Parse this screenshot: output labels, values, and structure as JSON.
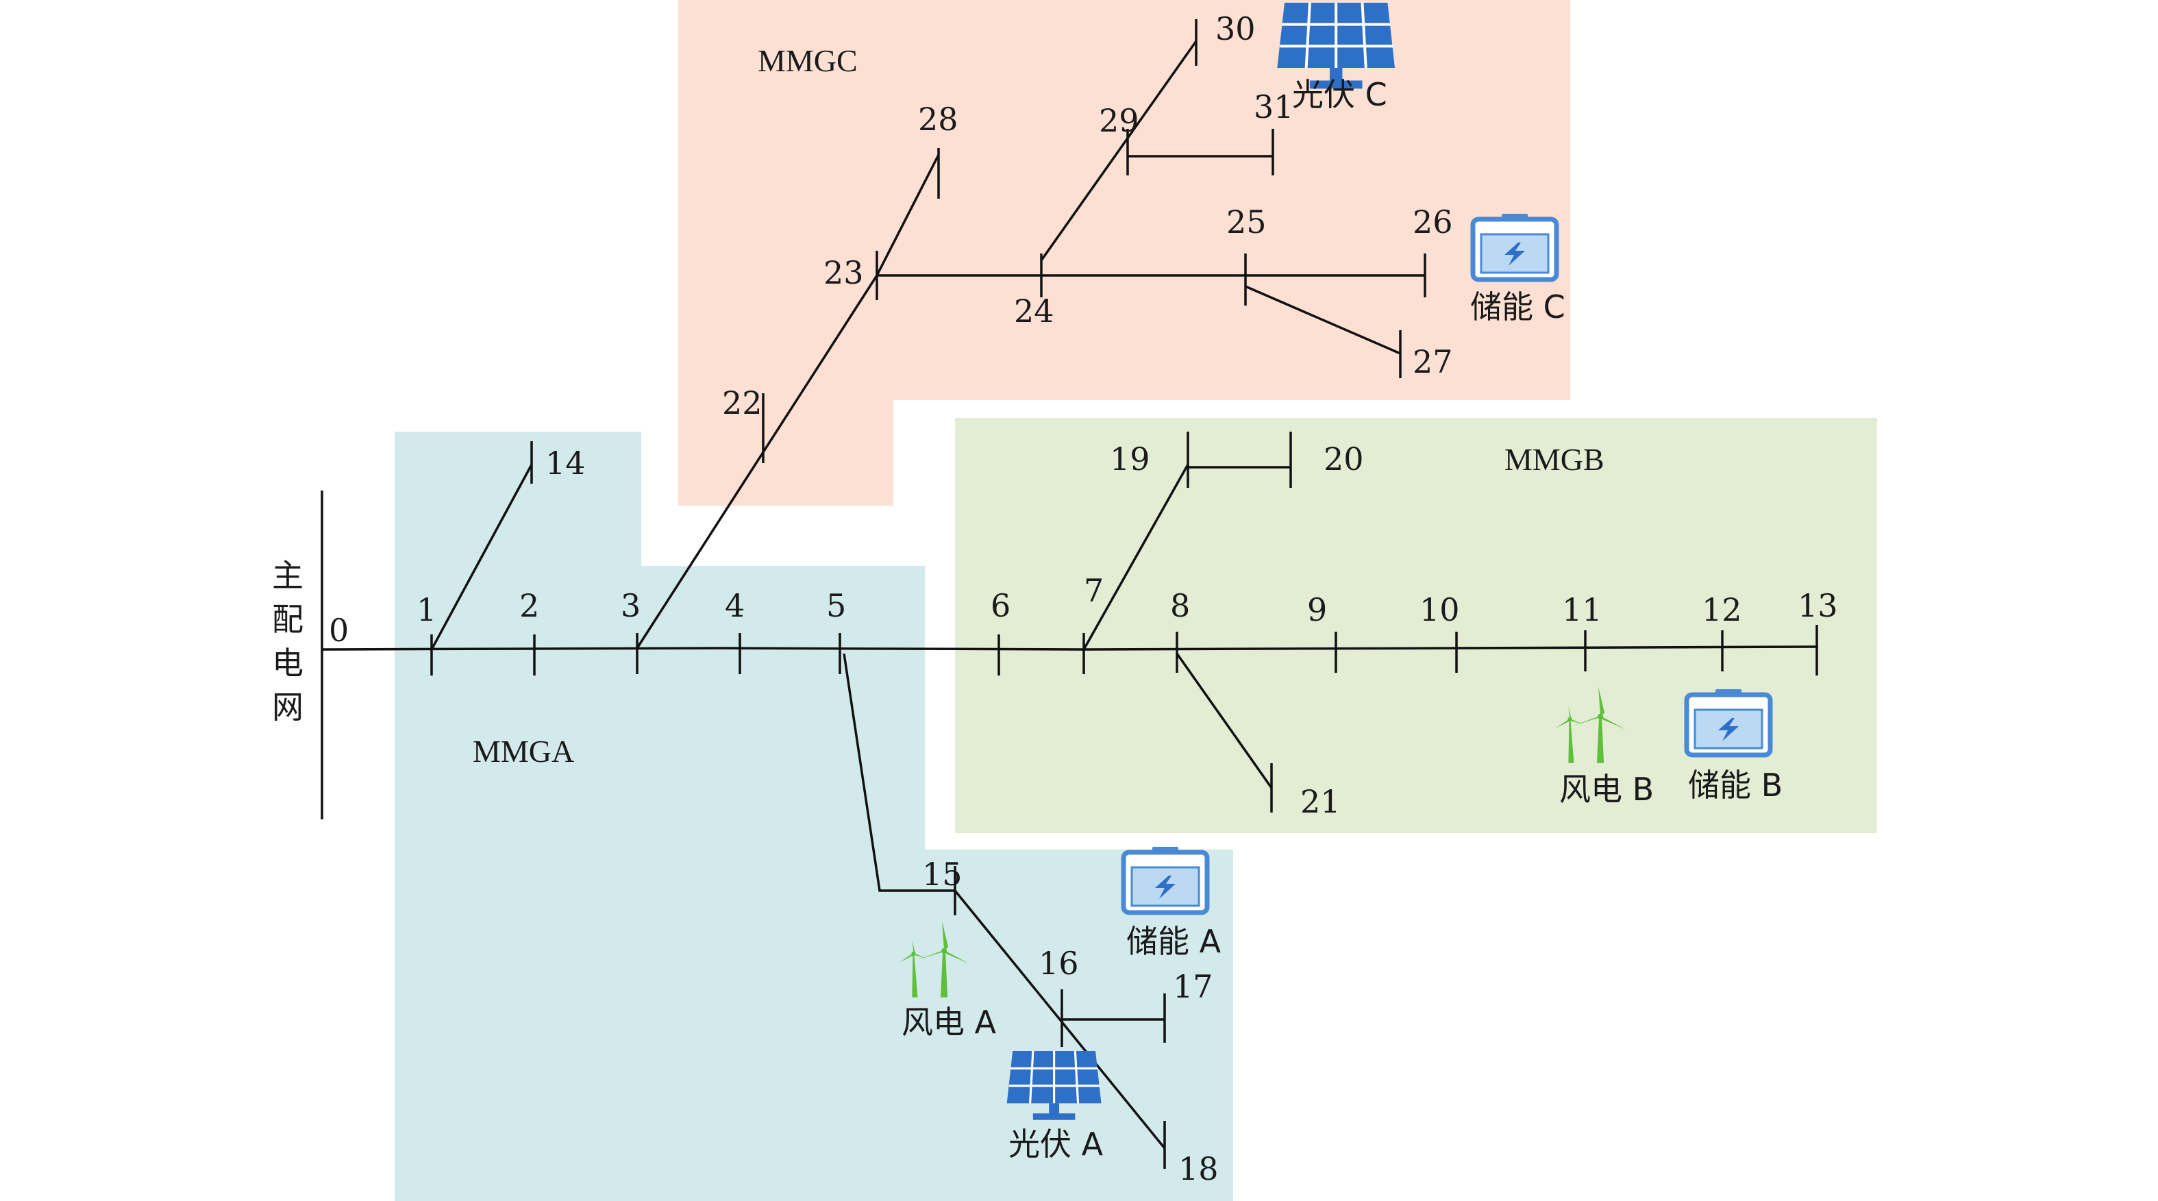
{
  "grid_label": [
    "主",
    "配",
    "电",
    "网"
  ],
  "zones": {
    "mmga": {
      "label": "MMGA",
      "color": "#d3eaec"
    },
    "mmgb": {
      "label": "MMGB",
      "color": "#e3edd4"
    },
    "mmgc": {
      "label": "MMGC",
      "color": "#fbe0d3"
    }
  },
  "buses": [
    "0",
    "1",
    "2",
    "3",
    "4",
    "5",
    "6",
    "7",
    "8",
    "9",
    "10",
    "11",
    "12",
    "13",
    "14",
    "15",
    "16",
    "17",
    "18",
    "19",
    "20",
    "21",
    "22",
    "23",
    "24",
    "25",
    "26",
    "27",
    "28",
    "29",
    "30",
    "31"
  ],
  "devices": {
    "pv_a": {
      "label": "光伏 A",
      "icon": "solar-panel-icon"
    },
    "pv_c": {
      "label": "光伏 C",
      "icon": "solar-panel-icon"
    },
    "wind_a": {
      "label": "风电 A",
      "icon": "wind-turbine-icon"
    },
    "wind_b": {
      "label": "风电 B",
      "icon": "wind-turbine-icon"
    },
    "es_a": {
      "label": "储能 A",
      "icon": "battery-icon"
    },
    "es_b": {
      "label": "储能 B",
      "icon": "battery-icon"
    },
    "es_c": {
      "label": "储能 C",
      "icon": "battery-icon"
    }
  },
  "colors": {
    "solar": "#2e6fc7",
    "wind": "#5fbf3a",
    "battery": "#4a8ad4",
    "battery_fill": "#bcd9f3"
  }
}
